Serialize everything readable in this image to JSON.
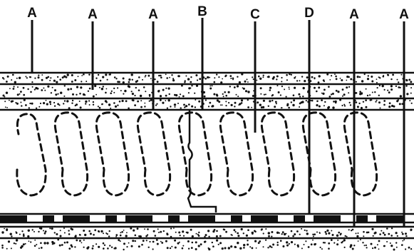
{
  "diagram": {
    "callouts": [
      {
        "id": "a1",
        "label": "A"
      },
      {
        "id": "a2",
        "label": "A"
      },
      {
        "id": "a3",
        "label": "A"
      },
      {
        "id": "b",
        "label": "B"
      },
      {
        "id": "c",
        "label": "C"
      },
      {
        "id": "d",
        "label": "D"
      },
      {
        "id": "a4",
        "label": "A"
      },
      {
        "id": "a5",
        "label": "A"
      }
    ],
    "loop_count": 9,
    "colors": {
      "ink": "#111111",
      "paper": "#ffffff"
    }
  }
}
